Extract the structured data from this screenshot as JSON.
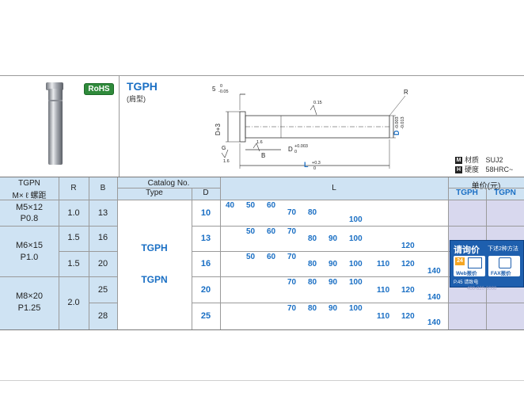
{
  "header": {
    "badge": "RoHS",
    "title": "TGPH",
    "subtitle": "(肩型)",
    "materials": [
      {
        "badge": "M",
        "label": "材质",
        "value": "SUJ2"
      },
      {
        "badge": "H",
        "label": "硬度",
        "value": "58HRC~"
      }
    ],
    "drawing_labels": {
      "t5": "5",
      "t5_tol_top": "0",
      "t5_tol_bot": "-0.05",
      "r": "R",
      "dh": "D+3",
      "ra": "0.15",
      "d_tol_top": "-0.003",
      "d_tol_bot": "-0.013",
      "d": "D",
      "dshank": "D",
      "dshank_tol_top": "+0.003",
      "dshank_tol_bot": "0",
      "b": "B",
      "l": "L",
      "l_tol_top": "+0.3",
      "l_tol_bot": "0",
      "ra2": "1.6",
      "ra3": "1.6",
      "g": "G"
    }
  },
  "table": {
    "headers": {
      "tgpn": "TGPN",
      "mxl": "M× ℓ 螺距",
      "r": "R",
      "b": "B",
      "catalog": "Catalog No.",
      "type": "Type",
      "d": "D",
      "l": "L",
      "price": "单价(元)",
      "price_tgph": "TGPH",
      "price_tgpn": "TGPN"
    },
    "groups": [
      {
        "m": "M5×12",
        "p": "P0.8",
        "r": "1.0",
        "b": [
          "13"
        ]
      },
      {
        "m": "M6×15",
        "p": "P1.0",
        "r": "1.5",
        "b": [
          "16",
          "20"
        ],
        "r2": "1.5"
      },
      {
        "m": "M8×20",
        "p": "P1.25",
        "r": "2.0",
        "b": [
          "25",
          "28"
        ]
      }
    ],
    "types": [
      "TGPH",
      "TGPN"
    ],
    "d_values": [
      "10",
      "13",
      "16",
      "20",
      "25"
    ],
    "l_rows": [
      [
        "40",
        "50",
        "60",
        "70",
        "80",
        "100"
      ],
      [
        "50",
        "60",
        "70",
        "80",
        "90",
        "100",
        "120"
      ],
      [
        "50",
        "60",
        "70",
        "80",
        "90",
        "100",
        "110",
        "120",
        "140"
      ],
      [
        "70",
        "80",
        "90",
        "100",
        "110",
        "120",
        "140"
      ],
      [
        "70",
        "80",
        "90",
        "100",
        "110",
        "120",
        "140"
      ]
    ]
  },
  "overlay": {
    "title": "请询价",
    "subtitle": "下述2种方法",
    "web": "Web报价",
    "fax": "FAX报价",
    "badge24": "24",
    "page": "P.45",
    "page_note": "请致电",
    "phone": "400-820-8000"
  },
  "colors": {
    "accent_blue": "#1a6fc4",
    "header_blue": "#cfe3f3",
    "price_lavender": "#d8d8ee",
    "rohs_green": "#2f8a3b",
    "overlay_blue": "#1e5fae"
  }
}
